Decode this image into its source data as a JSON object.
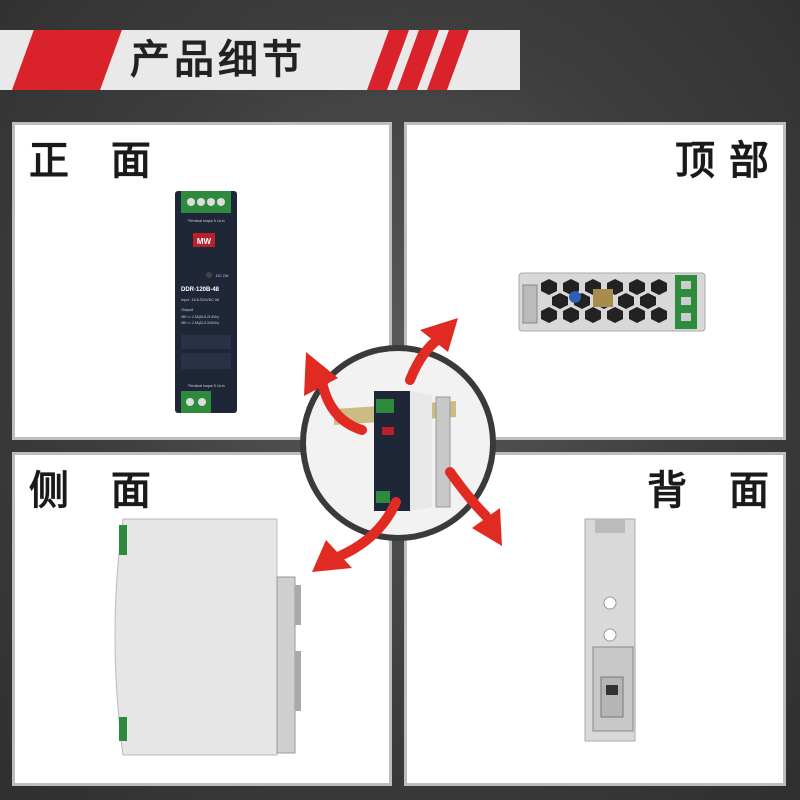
{
  "header": {
    "title": "产品细节"
  },
  "panels": {
    "front": {
      "label": "正 面"
    },
    "top": {
      "label": "顶部"
    },
    "side": {
      "label": "侧 面"
    },
    "back": {
      "label": "背 面"
    }
  },
  "product": {
    "brand_logo": "MW",
    "model": "DDR-120B-48",
    "input": "Input : 16.8-33.6VDC 9A",
    "output_title": "Output",
    "output_line1": "48V == 2.5A(16.8-21.6Vin)",
    "output_line2": "48V == 2.5A(21.6-33.6Vin)",
    "terminal_note": "*Terminal torque 5 Lb-in",
    "dc_ok": "DC OK"
  },
  "colors": {
    "accent": "#d9222a",
    "terminal": "#2e8b3d",
    "housing": "#1f2638"
  }
}
